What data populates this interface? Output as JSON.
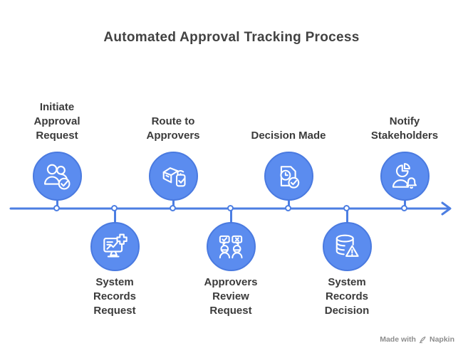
{
  "title": "Automated Approval Tracking Process",
  "colors": {
    "node_fill": "#5b8cef",
    "node_border": "#4a7ae0",
    "timeline_blue": "#4c7ee2",
    "icon_stroke": "#ffffff",
    "title_text": "#424242",
    "label_text": "#3b3b3b",
    "watermark_text": "#8d8d8d",
    "background": "#ffffff"
  },
  "timeline": {
    "direction": "left-to-right",
    "node_count": 7,
    "style": "horizontal arrow with alternating nodes above and below"
  },
  "nodes": [
    {
      "label": "Initiate\nApproval\nRequest",
      "position": "above",
      "icon": "people-check-icon"
    },
    {
      "label": "System\nRecords\nRequest",
      "position": "below",
      "icon": "monitor-chart-plus-icon"
    },
    {
      "label": "Route to\nApprovers",
      "position": "above",
      "icon": "package-device-check-icon"
    },
    {
      "label": "Approvers\nReview\nRequest",
      "position": "below",
      "icon": "review-approve-reject-icon"
    },
    {
      "label": "Decision Made",
      "position": "above",
      "icon": "document-clock-check-icon"
    },
    {
      "label": "System\nRecords\nDecision",
      "position": "below",
      "icon": "database-warning-icon"
    },
    {
      "label": "Notify\nStakeholders",
      "position": "above",
      "icon": "person-pie-bell-icon"
    }
  ],
  "watermark": {
    "prefix": "Made with",
    "brand": "Napkin"
  }
}
